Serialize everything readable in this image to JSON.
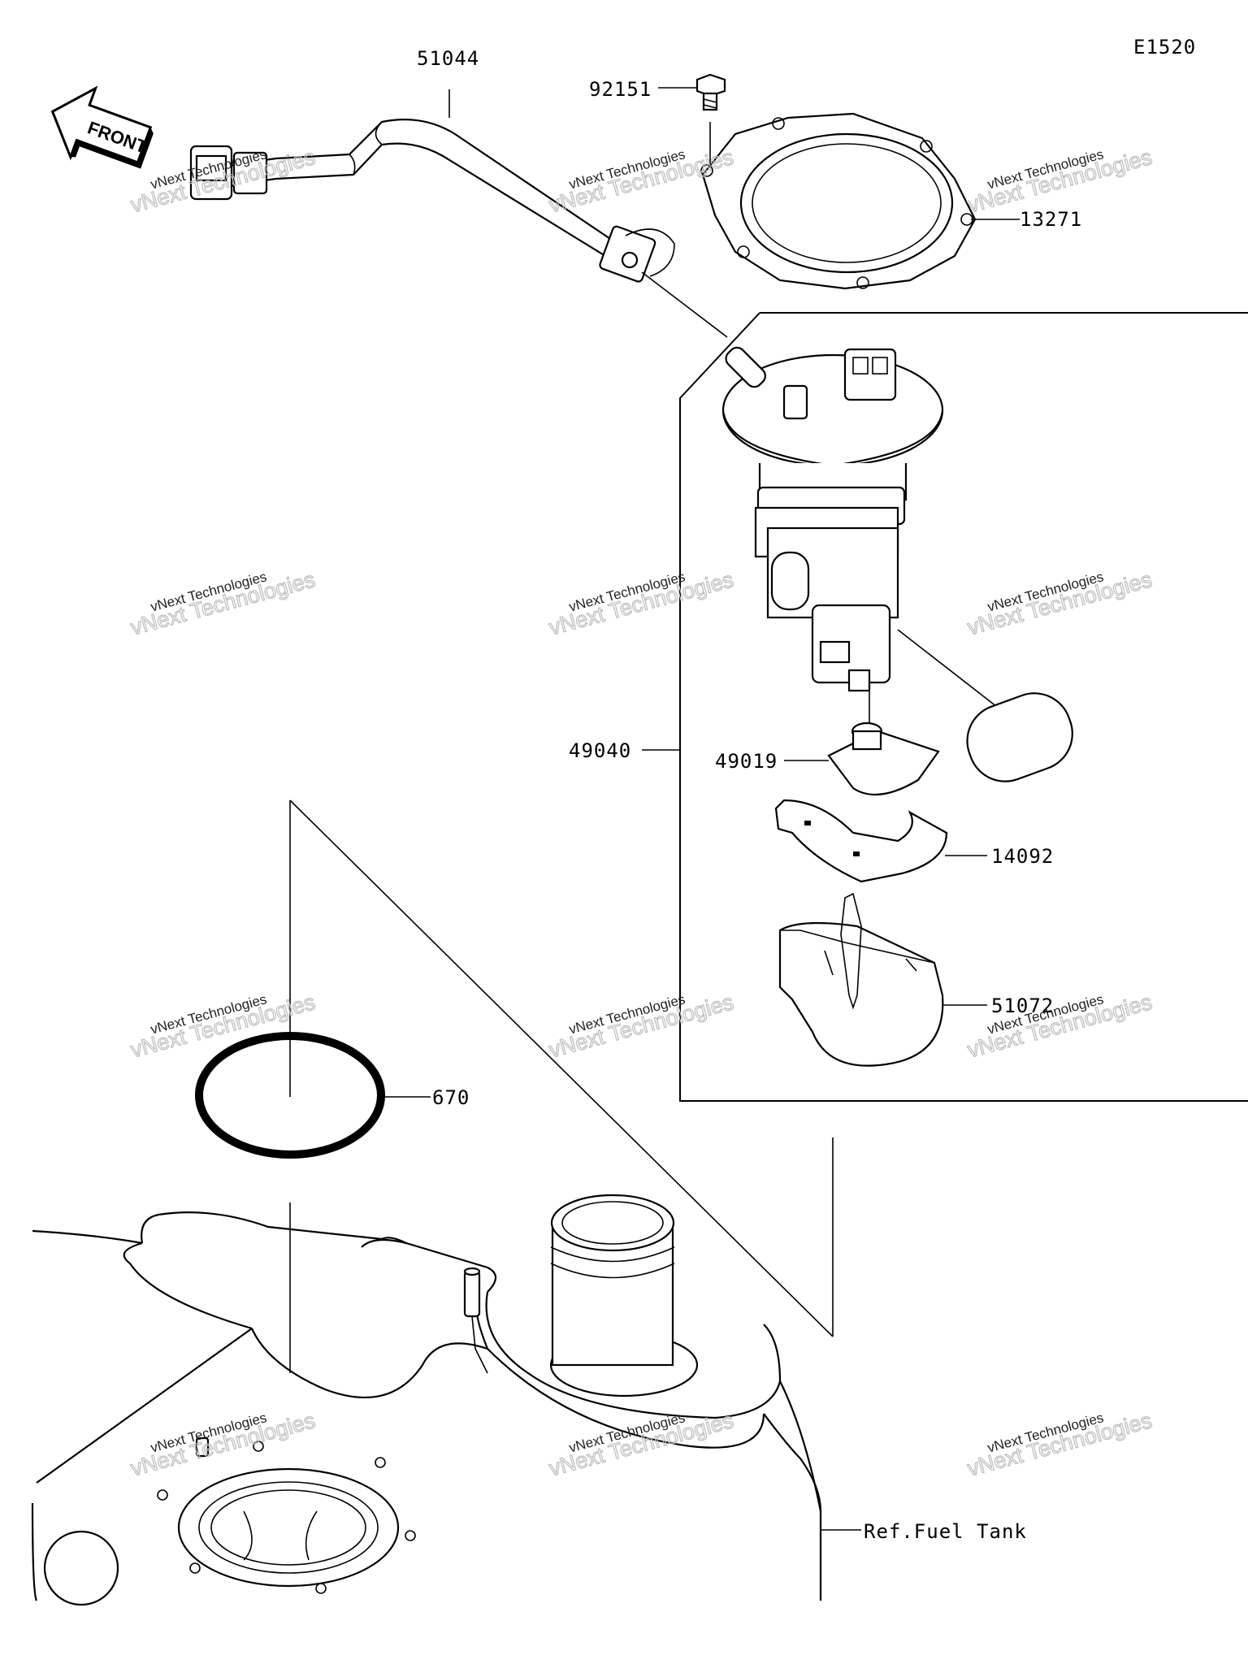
{
  "diagram_code": "E1520",
  "front_arrow": {
    "text": "FRONT",
    "icon": "front-arrow-icon"
  },
  "callouts": [
    {
      "id": "hose",
      "part_number": "51044"
    },
    {
      "id": "bolt",
      "part_number": "92151"
    },
    {
      "id": "gasket",
      "part_number": "13271"
    },
    {
      "id": "pump-assembly",
      "part_number": "49040"
    },
    {
      "id": "filter",
      "part_number": "49019"
    },
    {
      "id": "bracket",
      "part_number": "14092"
    },
    {
      "id": "cup",
      "part_number": "51072"
    },
    {
      "id": "o-ring",
      "part_number": "670"
    },
    {
      "id": "fuel-tank",
      "part_number": "Ref.Fuel Tank"
    }
  ],
  "watermark": {
    "line1": "vNext Technologies",
    "line2": "vNext Technologies"
  }
}
